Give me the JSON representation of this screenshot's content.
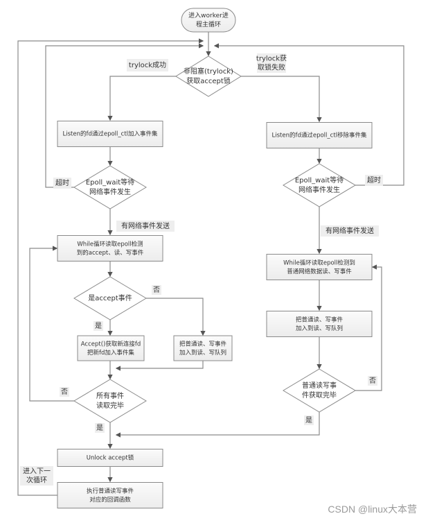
{
  "nodes": {
    "start": {
      "lines": [
        "进入worker进",
        "程主循环"
      ]
    },
    "trylock_decision": {
      "lines": [
        "非阻塞(trylock)",
        "获取accept锁"
      ]
    },
    "add_listen": {
      "lines": [
        "Listen的fd通过epoll_ctl加入事件集"
      ]
    },
    "remove_listen": {
      "lines": [
        "Listen的fd通过epoll_ctl移除事件集"
      ]
    },
    "epoll_wait_left": {
      "lines": [
        "Epoll_wait等待",
        "网络事件发生"
      ]
    },
    "epoll_wait_right": {
      "lines": [
        "Epoll_wait等待",
        "网络事件发生"
      ]
    },
    "while_left": {
      "lines": [
        "While循环读取epoll检测",
        "到的accept、读、写事件"
      ]
    },
    "while_right": {
      "lines": [
        "While循环读取epoll检测到",
        "普通网络数据读、写事件"
      ]
    },
    "is_accept": {
      "lines": [
        "是accept事件"
      ]
    },
    "accept_box": {
      "lines": [
        "Accept()获取新连接fd",
        "把新fd加入事件集"
      ]
    },
    "queue_left": {
      "lines": [
        "把普通读、写事件",
        "加入到读、写队列"
      ]
    },
    "queue_right": {
      "lines": [
        "把普通读、写事件",
        "加入到读、写队列"
      ]
    },
    "all_done": {
      "lines": [
        "所有事件",
        "读取完毕"
      ]
    },
    "normal_done": {
      "lines": [
        "普通读写事",
        "件获取完毕"
      ]
    },
    "unlock": {
      "lines": [
        "Unlock accept锁"
      ]
    },
    "callbacks": {
      "lines": [
        "执行普通读写事件",
        "对应的回调函数"
      ]
    }
  },
  "edge_labels": {
    "trylock_ok": [
      "trylock成功"
    ],
    "trylock_fail": [
      "trylock获",
      "取锁失败"
    ],
    "timeout_left": [
      "超时"
    ],
    "timeout_right": [
      "超时"
    ],
    "has_event_left": [
      "有网络事件发送"
    ],
    "has_event_right": [
      "有网络事件发送"
    ],
    "accept_no": [
      "否"
    ],
    "accept_yes": [
      "是"
    ],
    "all_no": [
      "否"
    ],
    "all_yes": [
      "是"
    ],
    "normal_no": [
      "否"
    ],
    "normal_yes": [
      "是"
    ],
    "next_loop": [
      "进入下一",
      "次循环"
    ]
  },
  "colors": {
    "stroke": "#8a8a8a",
    "box_fill": "#f4f4f4",
    "label_bg": "#eeeeee",
    "text": "#333333"
  },
  "watermark": "CSDN @linux大本营"
}
